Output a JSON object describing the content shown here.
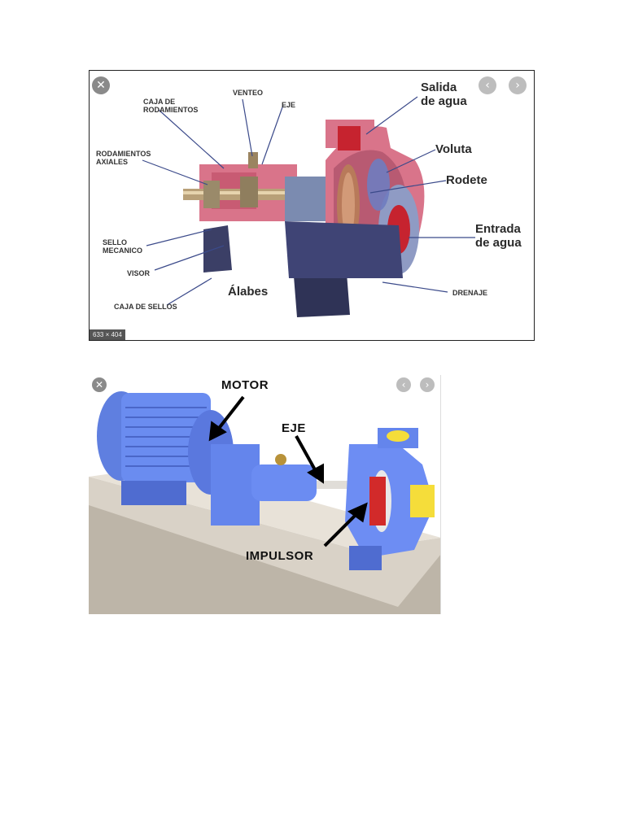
{
  "figure1": {
    "labels": {
      "caja_rodamientos": "CAJA DE\nRODAMIENTOS",
      "venteo": "VENTEO",
      "eje": "EJE",
      "salida": "Salida\nde agua",
      "voluta": "Voluta",
      "rodete": "Rodete",
      "entrada": "Entrada\nde agua",
      "rodamientos_axiales": "RODAMIENTOS\nAXIALES",
      "sello_mecanico": "SELLO\nMECANICO",
      "visor": "VISOR",
      "alabes": "Álabes",
      "caja_sellos": "CAJA DE SELLOS",
      "drenaje": "DRENAJE"
    },
    "dimensions": "633 × 404"
  },
  "figure2": {
    "labels": {
      "motor": "MOTOR",
      "eje": "EJE",
      "impulsor": "IMPULSOR"
    }
  },
  "controls": {
    "close_glyph": "✕",
    "prev_glyph": "‹",
    "next_glyph": "›"
  }
}
